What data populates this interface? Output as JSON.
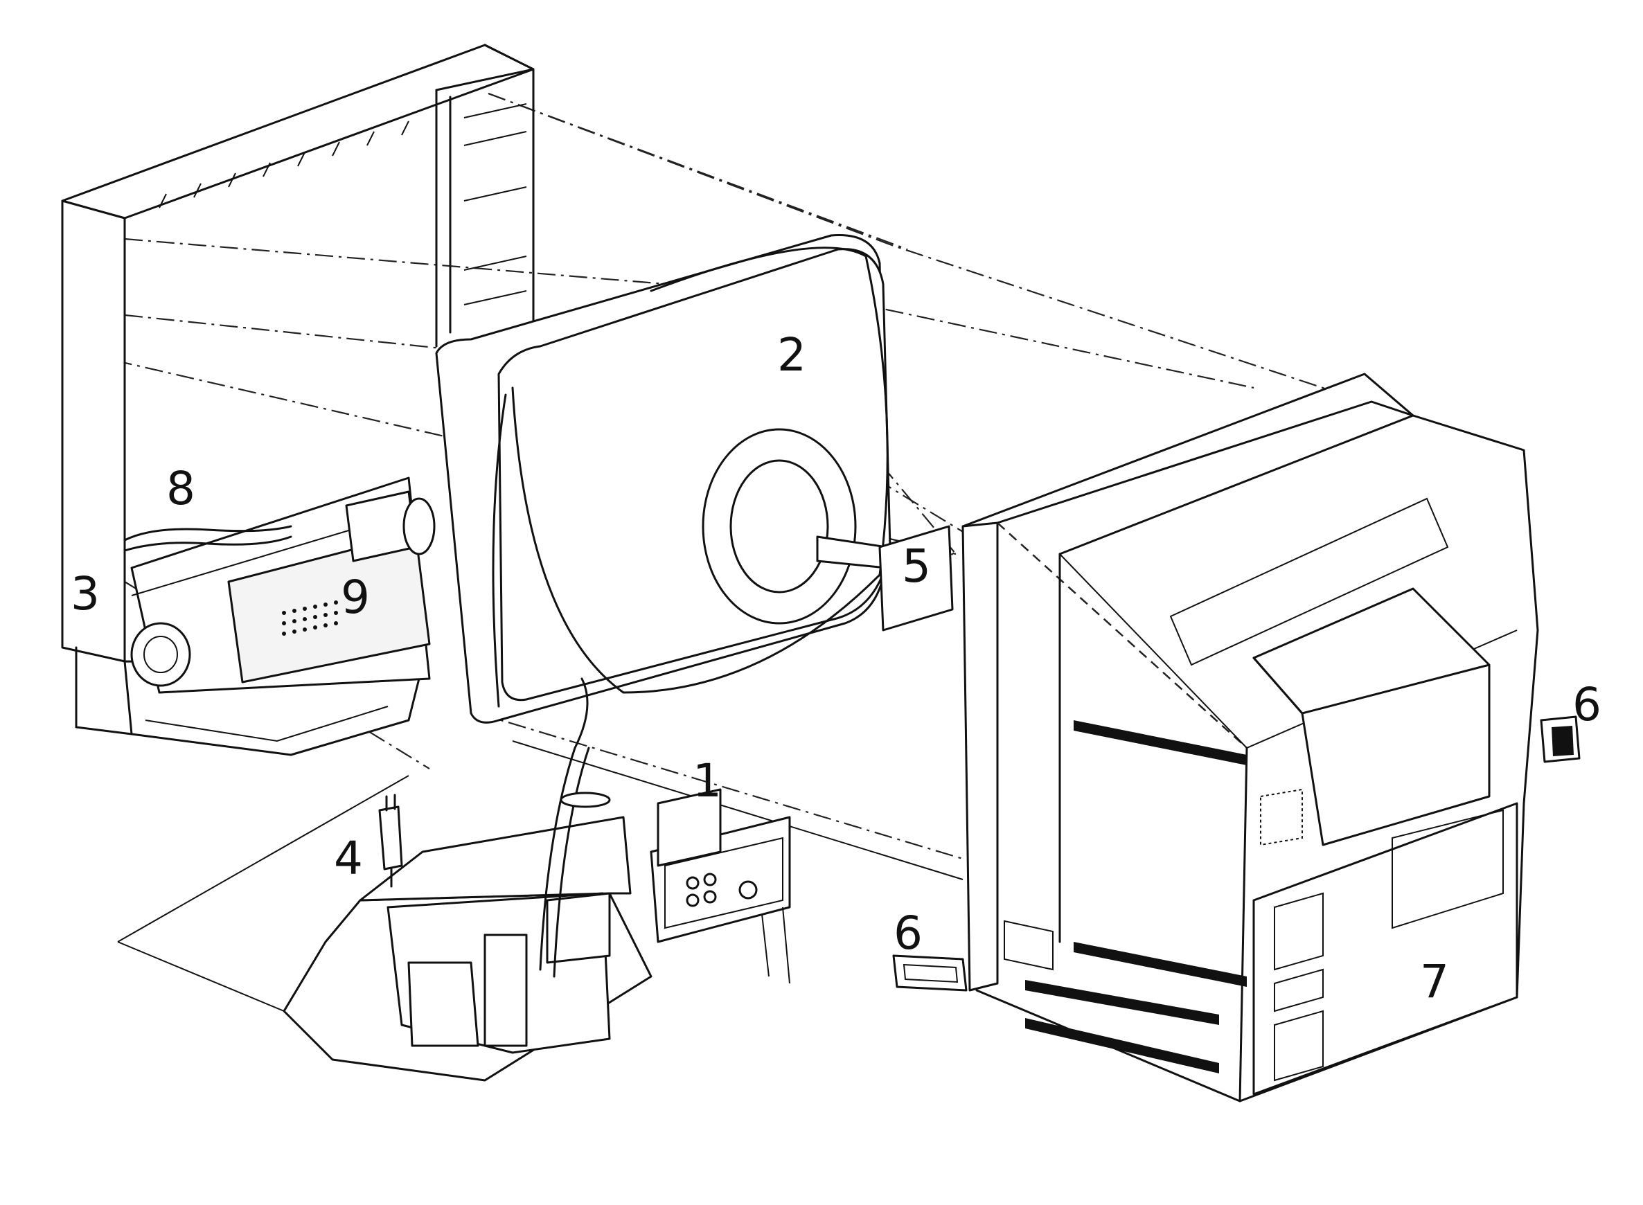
{
  "callouts": [
    {
      "id": "part-1",
      "label": "1"
    },
    {
      "id": "part-2",
      "label": "2"
    },
    {
      "id": "part-3",
      "label": "3"
    },
    {
      "id": "part-4",
      "label": "4"
    },
    {
      "id": "part-5",
      "label": "5"
    },
    {
      "id": "part-6a",
      "label": "6"
    },
    {
      "id": "part-6b",
      "label": "6"
    },
    {
      "id": "part-7",
      "label": "7"
    },
    {
      "id": "part-8",
      "label": "8"
    },
    {
      "id": "part-9",
      "label": "9"
    }
  ]
}
